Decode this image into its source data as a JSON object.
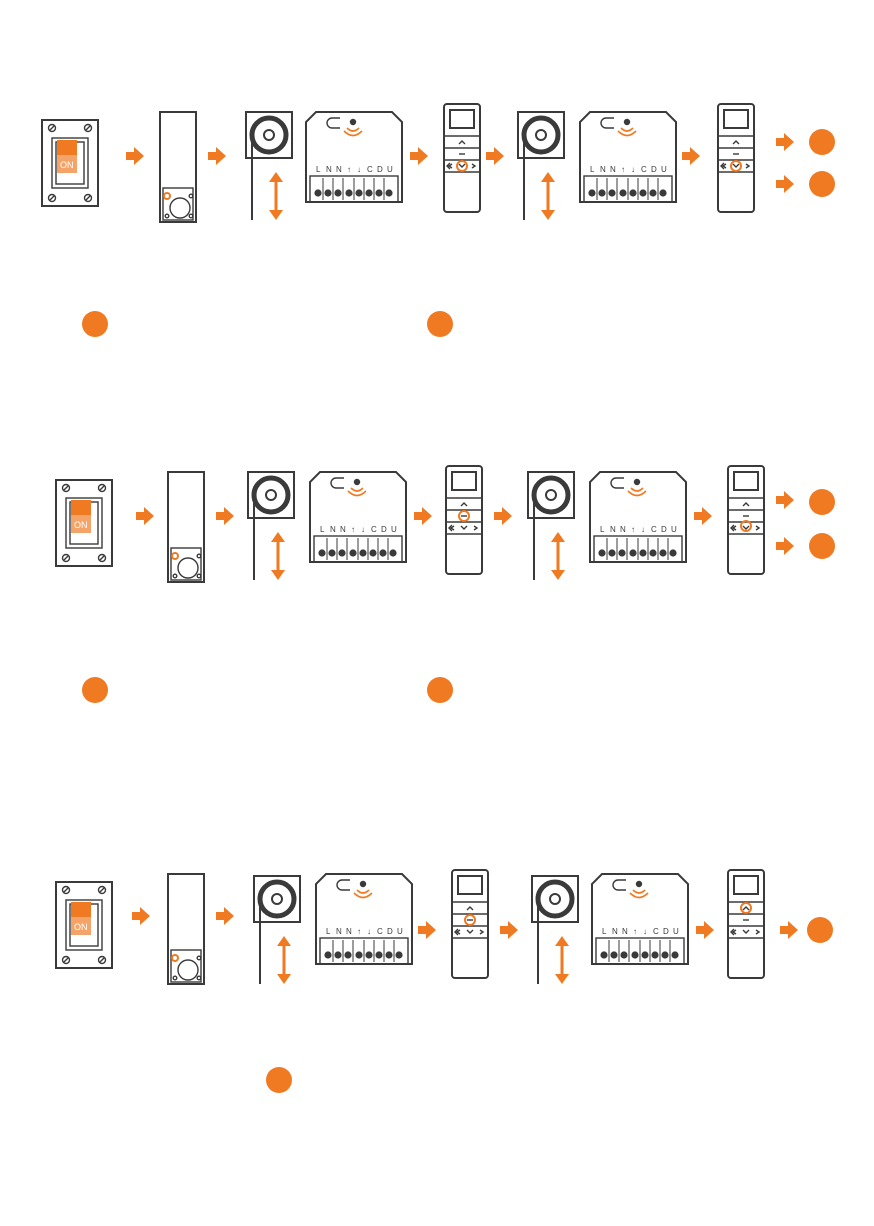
{
  "switch_label": "ON",
  "terminal_labels": [
    "L",
    "N",
    "N",
    "↑",
    "↓",
    "C",
    "D",
    "U"
  ],
  "colors": {
    "accent": "#f07a22",
    "line": "#3a3a3a",
    "background": "#ffffff"
  },
  "rows": [
    {
      "id": "row-1",
      "remote_a_button": "down",
      "remote_b_button": "down",
      "outcomes": 2
    },
    {
      "id": "row-2",
      "remote_a_button": "stop",
      "remote_b_button": "down",
      "outcomes": 2
    },
    {
      "id": "row-3",
      "remote_a_button": "stop",
      "remote_b_button": "up",
      "outcomes": 1
    }
  ],
  "step_markers_count": 5,
  "icons": [
    "breaker-icon",
    "wire-icon",
    "motor-icon",
    "receiver-icon",
    "remote-icon",
    "arrow-icon",
    "step-marker-icon"
  ]
}
